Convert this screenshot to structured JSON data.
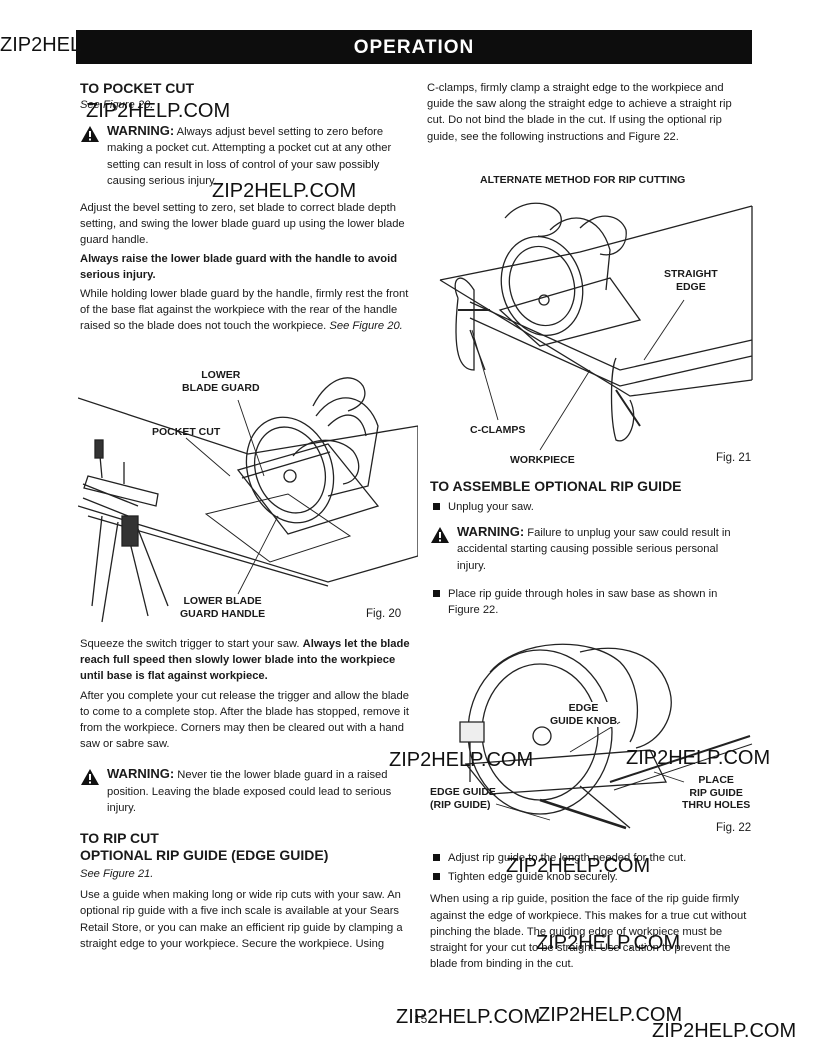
{
  "watermark": "ZIP2HELP.COM",
  "watermark_left": "ZIP2HEL",
  "header": {
    "title": "OPERATION"
  },
  "pocket_cut": {
    "heading": "TO POCKET CUT",
    "see": "See Figure 20.",
    "warning_label": "WARNING:",
    "warning_text": "Always adjust bevel setting to zero before making a pocket cut. Attempting a pocket cut at any other setting can result in loss of control of your saw possibly causing serious injury.",
    "p1": "Adjust the bevel setting to zero, set blade to correct blade depth setting, and swing the lower blade guard up using the lower blade guard handle.",
    "p2_bold": "Always raise the lower blade guard with the handle to avoid serious injury.",
    "p3": "While holding lower blade guard by the handle, firmly rest the front of the base flat against the workpiece with the rear of the handle raised so the blade does not touch the workpiece.",
    "p3_see": "See Figure 20.",
    "fig20": {
      "label_lower_guard": "LOWER\nBLADE GUARD",
      "label_pocket_cut": "POCKET CUT",
      "label_handle": "LOWER BLADE\nGUARD HANDLE",
      "fig": "Fig. 20"
    },
    "p4_plain": "Squeeze the switch trigger to start your saw.",
    "p4_bold": "Always let the blade reach full speed then slowly lower blade into the workpiece until base is flat against workpiece.",
    "p5": "After you complete your cut release the trigger and allow the blade to come to a complete stop. After the blade has stopped, remove it from the workpiece. Corners may then be cleared out with a hand saw or sabre saw.",
    "warning2_label": "WARNING:",
    "warning2_text": "Never tie the lower blade guard in a raised position. Leaving the blade exposed could lead to serious injury."
  },
  "rip_cut": {
    "heading1": "TO RIP CUT",
    "heading2": "OPTIONAL RIP GUIDE (EDGE GUIDE)",
    "see": "See Figure 21.",
    "p1": "Use a guide when making long or wide rip cuts with your saw. An optional rip guide with a five inch scale is available at your Sears Retail Store, or you can make an efficient rip guide by clamping a straight edge to your workpiece. Secure the workpiece. Using",
    "p1_cont": "C-clamps, firmly clamp a straight edge to the workpiece and guide the saw along the straight edge to achieve a straight rip cut. Do not bind the blade in the cut. If using the optional rip guide, see the following instructions and Figure 22.",
    "fig21": {
      "title": "ALTERNATE METHOD FOR RIP CUTTING",
      "label_straight_edge": "STRAIGHT\nEDGE",
      "label_clamps": "C-CLAMPS",
      "label_workpiece": "WORKPIECE",
      "fig": "Fig. 21"
    }
  },
  "assemble": {
    "heading": "TO ASSEMBLE OPTIONAL RIP GUIDE",
    "b1": "Unplug your saw.",
    "warning_label": "WARNING:",
    "warning_text": "Failure to unplug your saw could result in accidental starting causing possible serious personal injury.",
    "b2": "Place rip guide through holes in saw base as shown in Figure 22.",
    "fig22": {
      "label_knob": "EDGE\nGUIDE KNOB",
      "label_edge_guide": "EDGE GUIDE\n(RIP GUIDE)",
      "label_place": "PLACE\nRIP GUIDE\nTHRU HOLES",
      "fig": "Fig. 22"
    },
    "b3": "Adjust rip guide to the length needed for the cut.",
    "b4": "Tighten edge guide knob securely.",
    "p_final": "When using a rip guide, position the face of the rip guide firmly against the edge of workpiece. This makes for a true cut without pinching the blade. The guiding edge of workpiece must be straight for your cut to be straight. Use caution to prevent the blade from binding in the cut."
  },
  "page_number": "15"
}
